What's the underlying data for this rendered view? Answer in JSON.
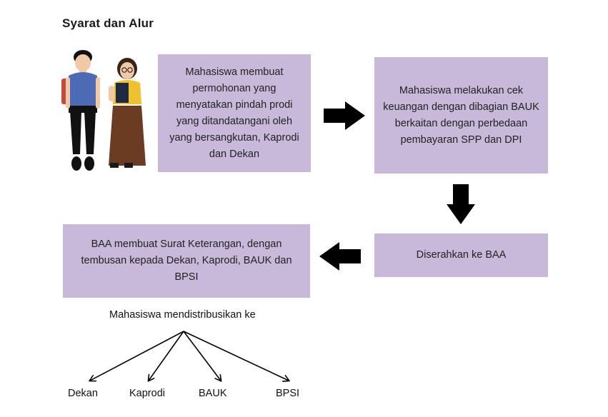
{
  "title": "Syarat dan Alur",
  "steps": [
    {
      "text": "Mahasiswa membuat permohonan yang menyatakan pindah prodi yang ditandatangani oleh yang bersangkutan, Kaprodi dan Dekan"
    },
    {
      "text": "Mahasiswa melakukan cek keuangan dengan dibagian BAUK berkaitan dengan perbedaan pembayaran SPP dan DPI"
    },
    {
      "text": "Diserahkan ke BAA"
    },
    {
      "text": "BAA membuat Surat Keterangan, dengan tembusan kepada Dekan, Kaprodi, BAUK dan BPSI"
    }
  ],
  "distribution": {
    "label": "Mahasiswa mendistribusikan ke",
    "targets": [
      "Dekan",
      "Kaprodi",
      "BAUK",
      "BPSI"
    ]
  },
  "colors": {
    "box": "#c8b8da",
    "arrow": "#000000"
  },
  "icons": [
    "students-illustration",
    "arrow-right-icon",
    "arrow-down-icon",
    "arrow-left-icon"
  ]
}
